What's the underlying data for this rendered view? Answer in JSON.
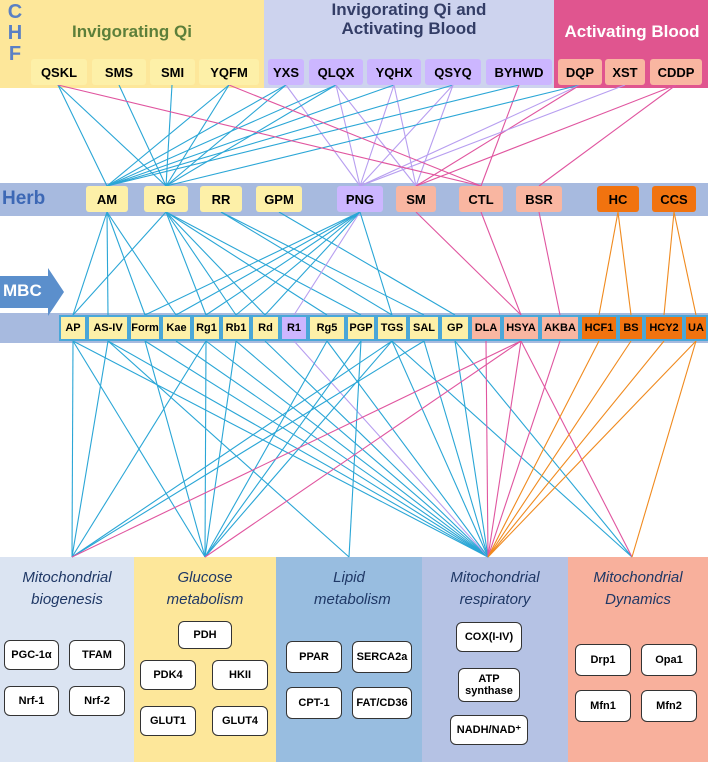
{
  "chf": {
    "side_label": "CHF",
    "groups": [
      {
        "title": "Invigorating Qi",
        "color": "#fde79a"
      },
      {
        "title": "Invigorating Qi and Activating Blood",
        "color": "#cdd3ee"
      },
      {
        "title": "Activating Blood",
        "color": "#e0558f"
      }
    ],
    "formulas": [
      "QSKL",
      "SMS",
      "SMI",
      "YQFM",
      "YXS",
      "QLQX",
      "YQHX",
      "QSYQ",
      "BYHWD",
      "DQP",
      "XST",
      "CDDP"
    ]
  },
  "herb": {
    "side_label": "Herb",
    "items": [
      "AM",
      "RG",
      "RR",
      "GPM",
      "PNG",
      "SM",
      "CTL",
      "BSR",
      "HC",
      "CCS"
    ]
  },
  "mbc": {
    "side_label": "MBC",
    "items": [
      "AP",
      "AS-IV",
      "Form",
      "Kae",
      "Rg1",
      "Rb1",
      "Rd",
      "R1",
      "Rg5",
      "PGP",
      "TGS",
      "SAL",
      "GP",
      "DLA",
      "HSYA",
      "AKBA",
      "HCF1",
      "BS",
      "HCY2",
      "UA"
    ]
  },
  "categories": [
    {
      "title": "Mitochondrial biogenesis",
      "markers": [
        "PGC-1α",
        "TFAM",
        "Nrf-1",
        "Nrf-2"
      ]
    },
    {
      "title": "Glucose metabolism",
      "markers": [
        "PDH",
        "PDK4",
        "HKII",
        "GLUT1",
        "GLUT4"
      ]
    },
    {
      "title": "Lipid metabolism",
      "markers": [
        "PPAR",
        "SERCA2a",
        "CPT-1",
        "FAT/CD36"
      ]
    },
    {
      "title": "Mitochondrial respiratory",
      "markers": [
        "COX(I-IV)",
        "ATP synthase",
        "NADH/NAD⁺"
      ]
    },
    {
      "title": "Mitochondrial Dynamics",
      "markers": [
        "Drp1",
        "Opa1",
        "Mfn1",
        "Mfn2"
      ]
    }
  ],
  "colors": {
    "qi_link": "#2aa6d6",
    "qiblood_link": "#b79ef0",
    "blood_link": "#e0559f",
    "orange_link": "#f08a1e"
  }
}
